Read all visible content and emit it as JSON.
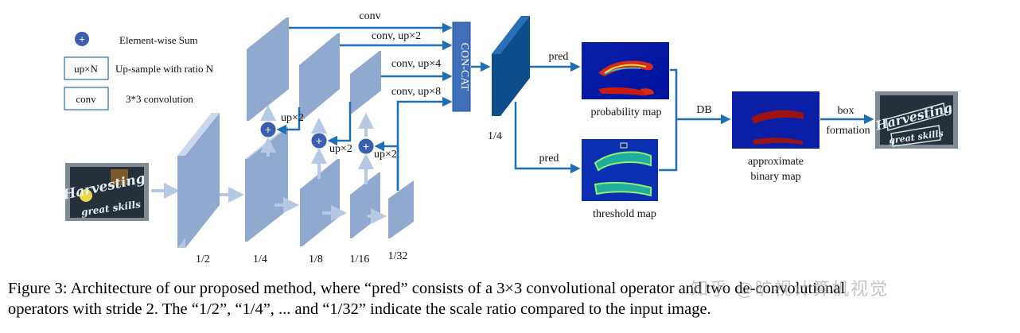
{
  "legend": {
    "sum_symbol": "+",
    "sum_label": "Element-wise Sum",
    "upsample_box": "up×N",
    "upsample_label": "Up-sample with ratio N",
    "conv_box": "conv",
    "conv_label": "3*3 convolution"
  },
  "scales": [
    "1/2",
    "1/4",
    "1/8",
    "1/16",
    "1/32"
  ],
  "up_labels": [
    "up×2",
    "up×2",
    "up×2"
  ],
  "concat_arrows": [
    "conv",
    "conv, up×2",
    "conv, up×4",
    "conv, up×8"
  ],
  "concat_label": "CON-CAT",
  "fused_scale": "1/4",
  "pred_top": "pred",
  "pred_bottom": "pred",
  "probability_map": "probability map",
  "threshold_map": "threshold map",
  "db_label": "DB",
  "approx_line1": "approximate",
  "approx_line2": "binary map",
  "box_line1": "box",
  "box_line2": "formation",
  "input_text_line1": "Harvesting",
  "input_text_line2": "great skills",
  "caption": {
    "line1": "Figure 3: Architecture of our proposed method, where “pred” consists of a 3×3 convolutional operator and two de-convolutional",
    "line2": "operators with stride 2. The “1/2”, “1/4”, ... and “1/32” indicate the scale ratio compared to the input image."
  },
  "watermark": "知乎 @旷视计算机视觉",
  "colors": {
    "layer_front": "#8fa9cf",
    "layer_side": "#b5c8e4",
    "arrow": "#1f6fb5",
    "plus": "#3a5fb0",
    "concat": "#3e6fb8",
    "fused": "#0d4e8a"
  }
}
